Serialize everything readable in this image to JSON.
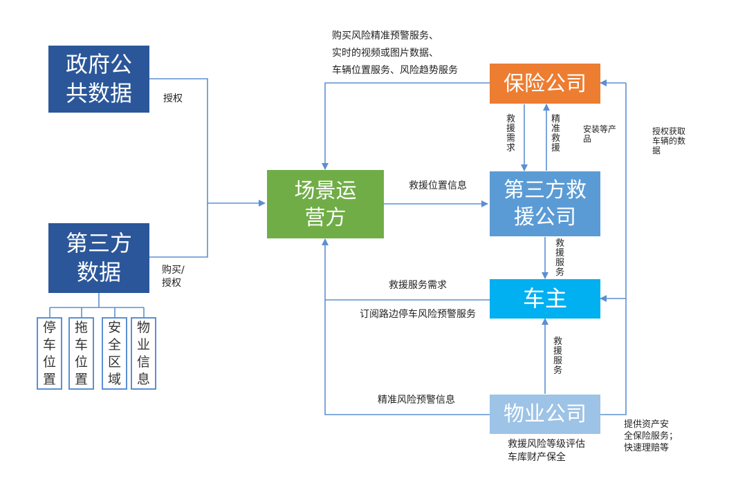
{
  "nodes": {
    "gov_data": "政府公共数据",
    "third_data": "第三方数据",
    "scenario_operator": "场景运营方",
    "insurance": "保险公司",
    "rescue": "第三方救援公司",
    "owner": "车主",
    "property": "物业公司"
  },
  "sub_boxes": [
    "停车位置",
    "拖车位置",
    "安全区域",
    "物业信息"
  ],
  "labels": {
    "top_services": [
      "购买风险精准预警服务、",
      "实时的视频或图片数据、",
      "车辆位置服务、风险趋势服务"
    ],
    "gov_auth": "授权",
    "third_buy_auth": [
      "购买/",
      "授权"
    ],
    "rescue_location": "救援位置信息",
    "rescue_demand_left": "救援服务需求",
    "subscribe_warning": "订阅路边停车风险预警服务",
    "precise_warning_info": "精准风险预警信息",
    "rescue_need_vertical": "救援需求",
    "precise_rescue_vertical": "精准救援",
    "install_products": [
      "安装等产",
      "品"
    ],
    "auth_get_vehicle": [
      "授权获取",
      "车辆的数",
      "据"
    ],
    "rescue_service_upper": "救援服务",
    "rescue_service_lower": "救援服务",
    "property_bottom": [
      "救援风险等级评估",
      "车库财产保全"
    ],
    "insurance_services": [
      "提供资产安",
      "全保险服务；",
      "快速理赔等"
    ]
  },
  "colors": {
    "dark_blue": "#2b579a",
    "green": "#70ad47",
    "orange": "#ed7d31",
    "mid_blue": "#5b9bd5",
    "cyan": "#00b0f0",
    "light_blue": "#9dc3e6",
    "line": "#5b8fd2"
  }
}
